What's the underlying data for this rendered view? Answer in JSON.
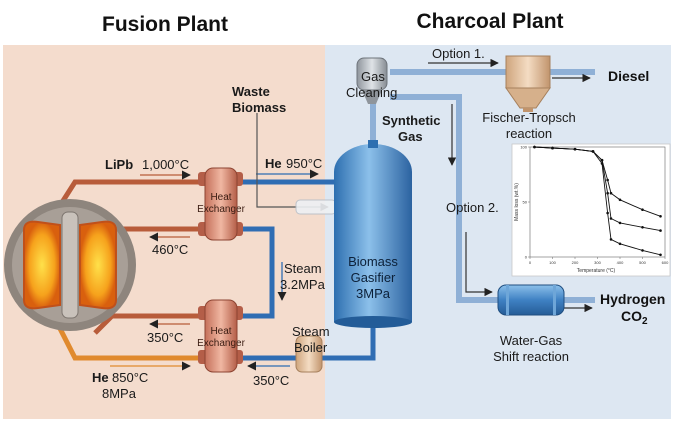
{
  "titles": {
    "fusion": "Fusion Plant",
    "charcoal": "Charcoal Plant"
  },
  "labels": {
    "option1": "Option 1.",
    "option2": "Option 2.",
    "diesel": "Diesel",
    "hydrogen": "Hydrogen",
    "co2": "CO",
    "co2_sub": "2",
    "fischer_tropsch_1": "Fischer-Tropsch",
    "fischer_tropsch_2": "reaction",
    "gas_cleaning_1": "Gas",
    "gas_cleaning_2": "Cleaning",
    "synthetic_gas_1": "Synthetic",
    "synthetic_gas_2": "Gas",
    "waste_biomass_1": "Waste",
    "waste_biomass_2": "Biomass",
    "lipb": "LiPb",
    "lipb_temp": "1,000°C",
    "he_950_name": "He",
    "he_950_temp": "950°C",
    "t460": "460°C",
    "steam_1": "Steam",
    "steam_2": "3.2MPa",
    "steam_boiler_1": "Steam",
    "steam_boiler_2": "Boiler",
    "t350_top": "350°C",
    "t350_bottom": "350°C",
    "he_850_name": "He",
    "he_850_temp": "850°C",
    "he_850_pressure": "8MPa",
    "hx_1": "Heat",
    "hx_2": "Exchanger",
    "gasifier_1": "Biomass",
    "gasifier_2": "Gasifier",
    "gasifier_3": "3MPa",
    "water_gas_1": "Water-Gas",
    "water_gas_2": "Shift reaction"
  },
  "colors": {
    "fusion_bg": "#f4dccd",
    "charcoal_bg": "#dde7f2",
    "hot_pipe": "#b85c3a",
    "he_pipe": "#2f6db3",
    "orange_pipe": "#e08a2e",
    "gas_pipe": "#8fb0d6"
  },
  "chart_data": {
    "type": "line",
    "title": "",
    "xlabel": "Temperature (°C)",
    "ylabel": "Mass loss (wt.%)",
    "xlim": [
      0,
      600
    ],
    "ylim": [
      0,
      100
    ],
    "x_ticks": [
      "0",
      "100",
      "200",
      "300",
      "400",
      "500",
      "600"
    ],
    "y_ticks": [
      "0",
      "50",
      "100"
    ],
    "x": [
      20,
      100,
      200,
      280,
      320,
      345,
      360,
      400,
      500,
      580
    ],
    "series": [
      {
        "values": [
          100,
          99,
          98,
          96,
          88,
          70,
          58,
          52,
          43,
          37
        ]
      },
      {
        "values": [
          100,
          99,
          98,
          96,
          88,
          58,
          35,
          31,
          27,
          24
        ]
      },
      {
        "values": [
          100,
          99,
          98,
          96,
          85,
          40,
          16,
          12,
          6,
          2
        ]
      }
    ]
  }
}
